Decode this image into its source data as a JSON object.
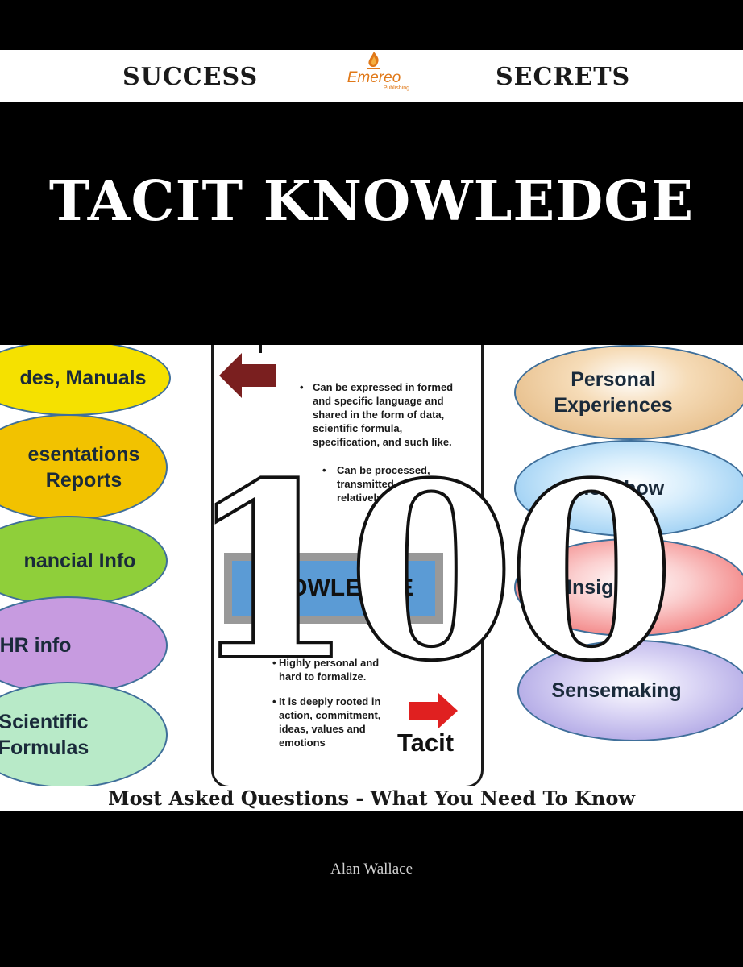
{
  "header": {
    "left_word": "SUCCESS",
    "right_word": "SECRETS",
    "logo_name": "Emereo",
    "logo_sub": "Publishing",
    "logo_icon": "emereo-flame-icon"
  },
  "title": "TACIT KNOWLEDGE",
  "big_number": "100",
  "illustration": {
    "left_ovals": [
      {
        "label": "des, Manuals"
      },
      {
        "label": "esentations\nReports"
      },
      {
        "label": "nancial Info"
      },
      {
        "label": "HR info"
      },
      {
        "label": "Scientific\nFormulas"
      }
    ],
    "right_ovals": [
      {
        "label": "Personal\nExperiences"
      },
      {
        "label": "Know-how"
      },
      {
        "label": "Insights"
      },
      {
        "label": "Sensemaking"
      }
    ],
    "explicit_bullet_1": "Can be expressed in formed and specific language and shared in the form of data, scientific formula, specification, and such like.",
    "explicit_bullet_2": "Can be processed, transmitted and stored relatively easily",
    "knowledge_bar": "KNOWLEDGE",
    "tacit_bullet_1": "Highly personal and hard to formalize.",
    "tacit_bullet_2": "It is deeply rooted in action, commitment, ideas, values and emotions",
    "tacit_label": "Tacit",
    "colors": {
      "oval_yellow": "#f5e100",
      "oval_orange": "#f2c200",
      "oval_green": "#8fcf3a",
      "oval_purple": "#c79be0",
      "oval_mint": "#b8eac8",
      "oval_tan": "#e0b278",
      "oval_blue": "#7fc0ef",
      "oval_red": "#ee5a5a",
      "oval_lavender": "#9a8fdc",
      "arrow_darkred": "#7a1f1f",
      "arrow_red": "#e02020"
    }
  },
  "subtitle": "Most Asked Questions - What You Need To Know",
  "author": "Alan Wallace"
}
